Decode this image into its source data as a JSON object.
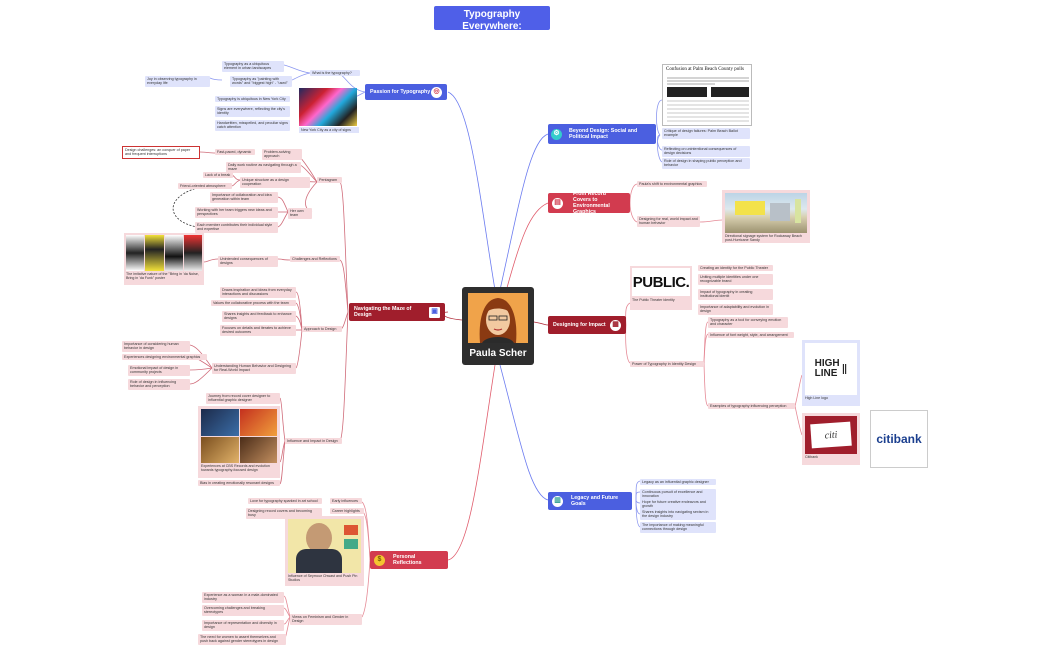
{
  "title": "Typography Everywhere:\nThe Art of Paula Scher",
  "central": "Paula Scher",
  "branches": {
    "passion": "Passion for Typography",
    "beyond": "Beyond Design: Social and Political Impact",
    "record": "From Record Covers to Environmental Graphics",
    "navigating": "Navigating the Maze of Design",
    "designing": "Designing for Impact",
    "legacy": "Legacy and Future Goals",
    "personal": "Personal Reflections"
  },
  "passion": {
    "what": "What is the typography?",
    "t1": "Typography as a ubiquitous element in urban landscapes",
    "t2": "Typography as \"painting with words\" and \"biggest high\" - \"used\"",
    "joy": "Joy in observing typography in everyday life",
    "ny1": "Typography is ubiquitous in New York City",
    "ny2": "Signs are everywhere, reflecting the city's identity",
    "ny3": "Handwritten, misspelled, and peculiar signs catch attention",
    "nycap": "New York City as a city of signs"
  },
  "beyond": {
    "doc": "Confusion at Palm Beach County polls",
    "b1": "Critique of design failures: Palm Beach Ballot example",
    "b2": "Reflecting on unintentional consequences of design decisions",
    "b3": "Role of design in shaping public perception and behavior"
  },
  "record": {
    "r1": "Paula's shift to environmental graphics",
    "r2": "Designing for real, world impact and human behavior",
    "cap": "Directional signage system for Rockaway Beach post-Hurricane Sandy"
  },
  "designing": {
    "public_logo": "PUBLIC.",
    "public_cap": "The Public Theater identity",
    "p1": "Creating an identity for the Public Theater",
    "p2": "Uniting multiple identities under one recognizable brand",
    "p3": "Impact of typography in creating institutional identit",
    "p4": "Importance of adaptability and evolution in design",
    "power": "Power of Typography in Identity Design",
    "w1": "Typography as a tool for conveying emotion and character",
    "w2": "Influence of font weight, style, and arrangement",
    "examples": "Examples of typography influencing perception",
    "highline": "HIGH\nLINE",
    "highline_cap": "High Line logo",
    "citi": "citi",
    "citi_cap": "Citibank",
    "citibank": "citibank"
  },
  "legacy": {
    "l1": "Legacy as an influential graphic designer",
    "l2": "Continuous pursuit of excellence and innovation",
    "l3": "Hope for future creative endeavors and growth",
    "l4": "Shares insights into navigating sexism in the design industry",
    "l5": "The importance of making meaningful connections through design"
  },
  "navigating": {
    "challenge_left": "Design challenges: an conquer of paper and frequent interruptions",
    "fast": "Fast-paced, dynamic",
    "problem": "Problem-solving approach",
    "daily": "Daily work routine as navigating through a maze",
    "lack": "Lack of a break",
    "unique": "Unique structure as a design cooperation",
    "pentagram": "Pentagram",
    "friend": "Friend-oriented atmosphere",
    "imp": "Importance of collaboration and idea generation within team",
    "working": "Working with her team triggers new ideas and perspectives",
    "team": "Each member contributes their individual style and expertise",
    "herteam": "Her own team",
    "unintended": "Unintended consequences of designs",
    "challenges": "Challenges and Reflections",
    "poster_cap": "The imitative nature of the \"Bring in 'da Noise, Bring in 'da Funk\" poster",
    "draw": "Draws inspiration and ideas from everyday interactions and discussions",
    "values": "Values the collaborative process with the team",
    "shares": "Shares insights and feedback to enhance designs",
    "focuses": "Focuses on details and iterates to achieve desired outcomes",
    "approach": "Approach to Design",
    "h1": "Importance of considering human behavior in design",
    "h2": "Experiences designing environmental graphics",
    "h3": "Emotional impact of design in community projects",
    "h4": "Role of design in influencing behavior and perception",
    "human": "Understanding Human Behavior and Designing for Real-World Impact",
    "journey": "Journey from record cover designer to influential graphic designer",
    "influence": "Influence and Impact in Design",
    "cbs": "Experiences at CBS Records and evolution towards typography-focused design",
    "bias": "Bias in creating emotionally resonant designs"
  },
  "personal": {
    "love": "Love for typography sparked in art school",
    "early": "Early influences",
    "career_item": "Designing record covers and becoming busy",
    "career": "Career highlights",
    "photo_cap": "Influence of Seymour Chwast and Push Pin Studios",
    "f1": "Experience as a woman in a male-dominated industry",
    "f2": "Overcoming challenges and breaking stereotypes",
    "f3": "Importance of representation and diversity in design",
    "f4": "The need for women to assert themselves and push back against gender stereotypes in design",
    "views": "Views on Feminism and Gender in Design"
  },
  "icons": {
    "passion": "target-icon",
    "beyond": "gear-icon",
    "record": "document-icon",
    "navigating": "map-icon",
    "designing": "artwork-icon",
    "legacy": "books-icon",
    "personal": "dollar-coin-icon"
  }
}
